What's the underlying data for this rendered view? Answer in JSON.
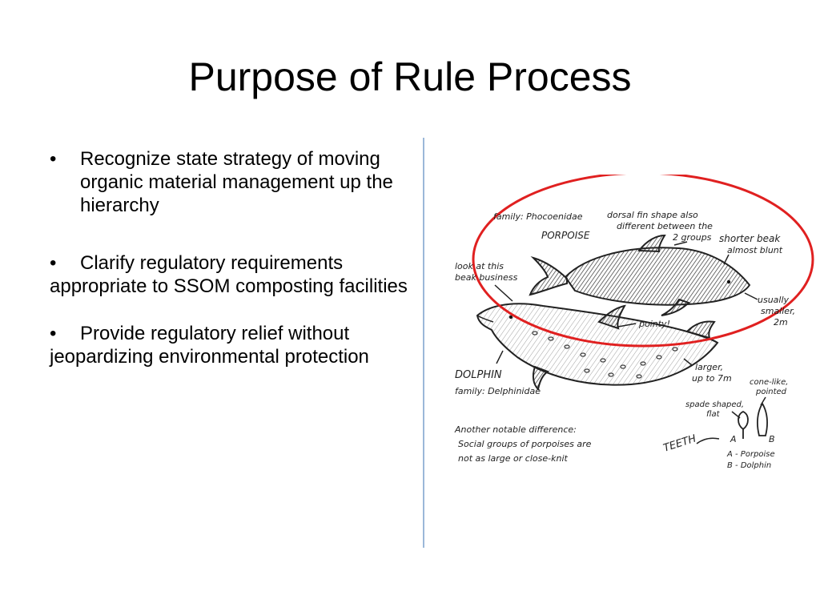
{
  "slide": {
    "title": "Purpose of Rule Process",
    "bullet_symbol": "•",
    "bullets": [
      {
        "text": "Recognize state strategy of moving organic material management up the hierarchy"
      },
      {
        "text": "Clarify regulatory requirements",
        "continuation": "appropriate to SSOM composting facilities"
      },
      {
        "text": "Provide regulatory relief without",
        "continuation": "jeopardizing environmental protection"
      }
    ]
  },
  "illustration": {
    "highlight_color": "#e02020",
    "labels": {
      "porpoise_family": "family: Phocoenidae",
      "porpoise": "PORPOISE",
      "dorsal_1": "dorsal fin shape also",
      "dorsal_2": "different between the",
      "dorsal_3": "2 groups",
      "beak_1": "shorter beak",
      "beak_2": "almost blunt",
      "look_1": "look at this",
      "look_2": "beak business",
      "pointy": "pointy!",
      "smaller_1": "usually",
      "smaller_2": "smaller,",
      "smaller_3": "2m",
      "dolphin": "DOLPHIN",
      "dolphin_family": "family: Delphinidae",
      "larger_1": "larger,",
      "larger_2": "up to 7m",
      "cone_1": "cone-like,",
      "cone_2": "pointed",
      "spade_1": "spade shaped,",
      "spade_2": "flat",
      "diff_1": "Another notable difference:",
      "diff_2": "Social groups of porpoises are",
      "diff_3": "not as large or close-knit",
      "teeth": "TEETH",
      "tooth_a": "A",
      "tooth_b": "B",
      "legend_a": "A - Porpoise",
      "legend_b": "B - Dolphin"
    }
  }
}
